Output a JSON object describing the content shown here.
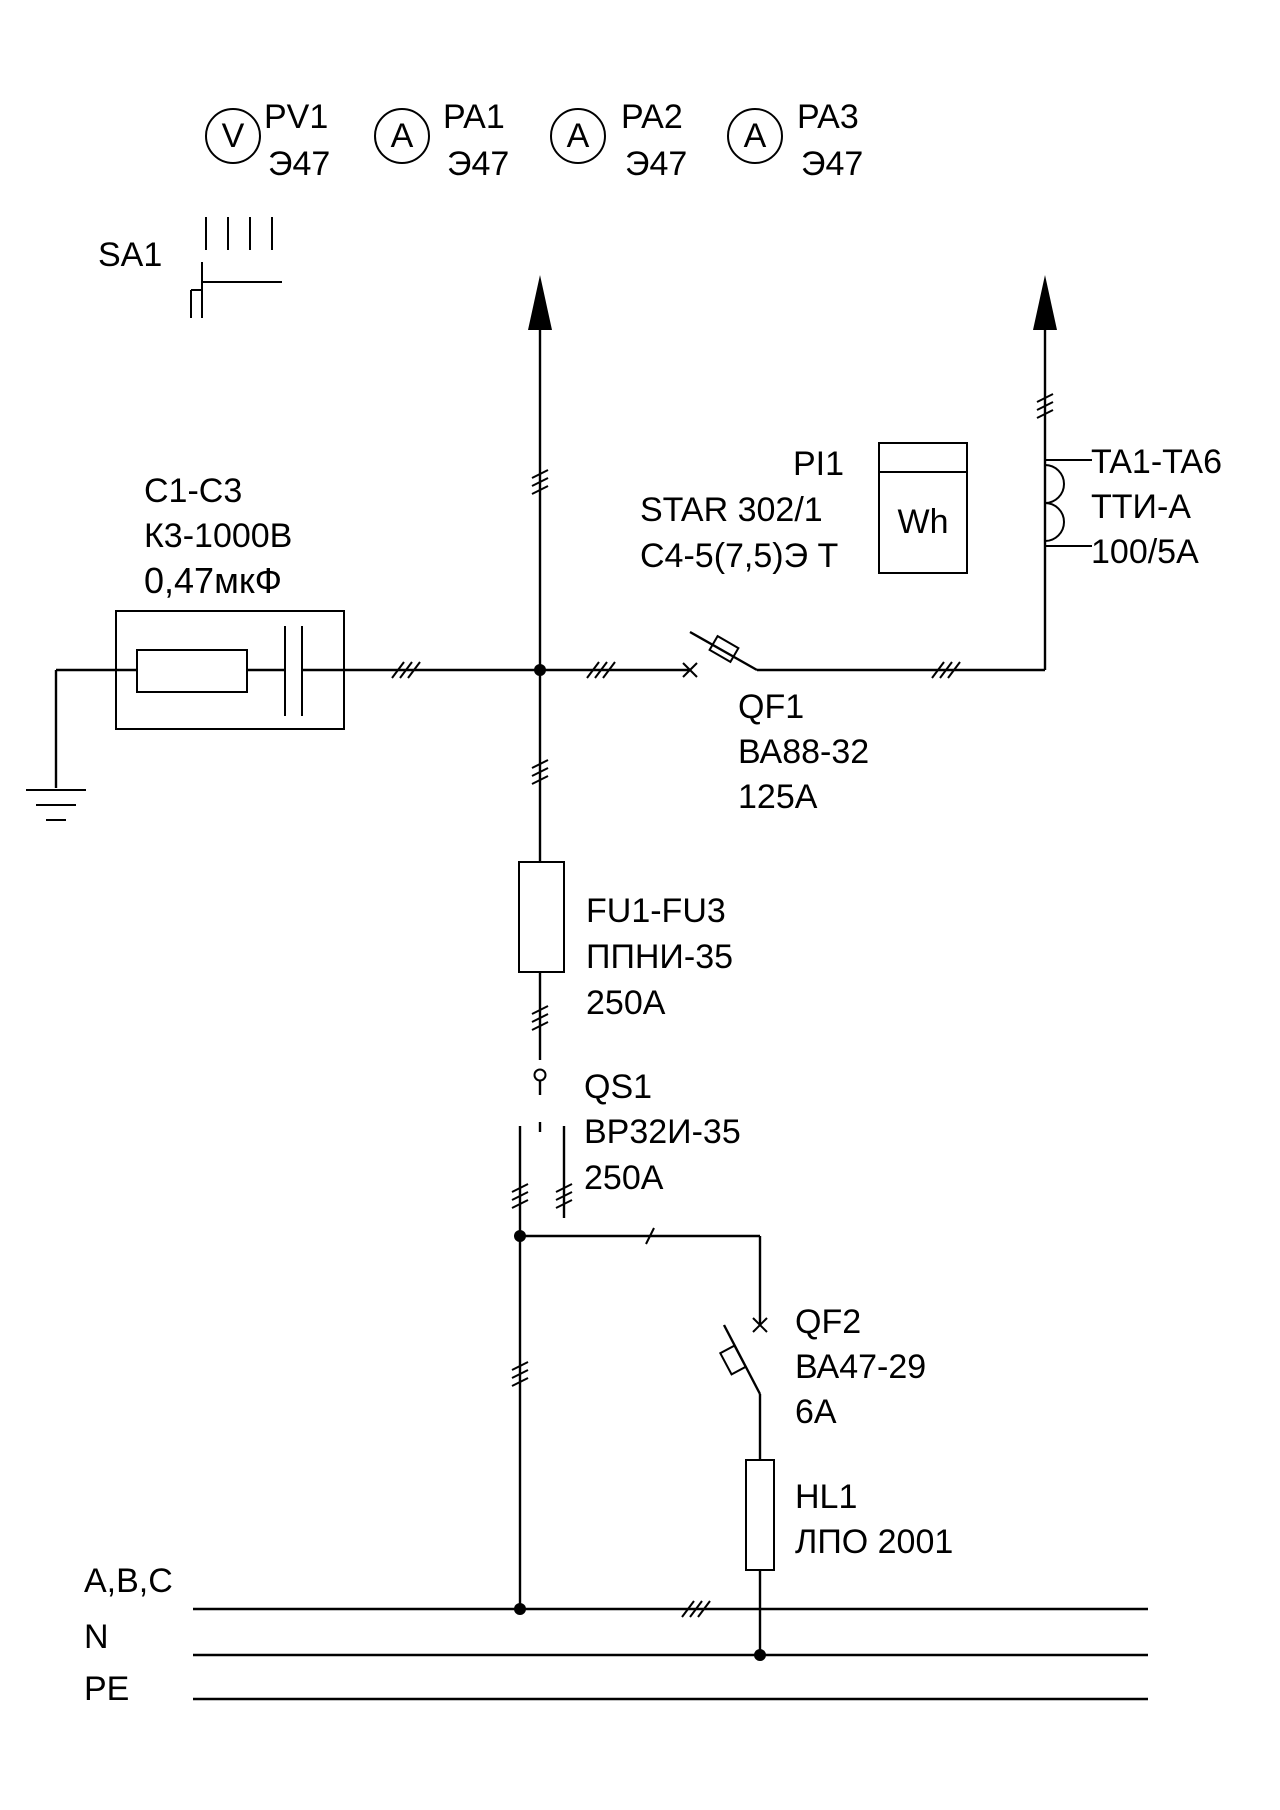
{
  "meters": [
    {
      "symbol": "V",
      "designation": "PV1",
      "type": "Э47"
    },
    {
      "symbol": "A",
      "designation": "PA1",
      "type": "Э47"
    },
    {
      "symbol": "A",
      "designation": "PA2",
      "type": "Э47"
    },
    {
      "symbol": "A",
      "designation": "PA3",
      "type": "Э47"
    }
  ],
  "switch_sa1": {
    "label": "SA1"
  },
  "capacitor": {
    "line1": "С1-С3",
    "line2": "К3-1000В",
    "line3": "0,47мкФ"
  },
  "meter_pi1": {
    "line1": "PI1",
    "line2": "STAR 302/1",
    "line3": "С4-5(7,5)Э Т",
    "symbol": "Wh"
  },
  "current_transformer": {
    "line1": "TA1-TA6",
    "line2": "ТТИ-А",
    "line3": "100/5А"
  },
  "breaker_qf1": {
    "line1": "QF1",
    "line2": "ВА88-32",
    "line3": "125А"
  },
  "fuse": {
    "line1": "FU1-FU3",
    "line2": "ППНИ-35",
    "line3": "250А"
  },
  "disconnector_qs1": {
    "line1": "QS1",
    "line2": "ВР32И-35",
    "line3": "250А"
  },
  "breaker_qf2": {
    "line1": "QF2",
    "line2": "ВА47-29",
    "line3": "6А"
  },
  "lamp_hl1": {
    "line1": "HL1",
    "line2": "ЛПО 2001"
  },
  "busbars": {
    "phase": "A,B,C",
    "neutral": "N",
    "ground": "PE"
  }
}
